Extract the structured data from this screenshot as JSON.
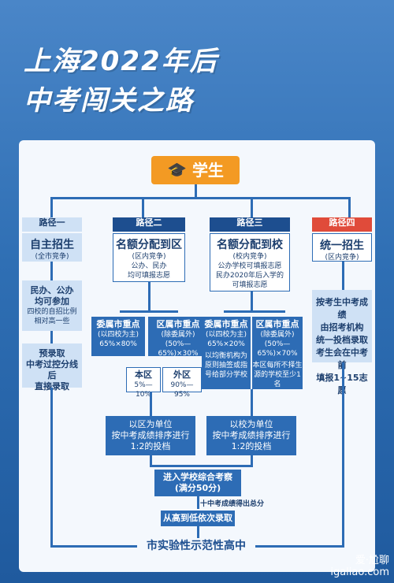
{
  "title_line1": "上海2022年后",
  "title_line2": "中考闯关之路",
  "student": "学生",
  "paths": [
    {
      "header": "路径一",
      "name": "自主招生",
      "sub": "(全市竞争)"
    },
    {
      "header": "路径二",
      "name": "名额分配到区",
      "sub": "(区内竞争)",
      "note": "公办、民办\n均可填报志愿"
    },
    {
      "header": "路径三",
      "name": "名额分配到校",
      "sub": "(校内竞争)",
      "note": "公办学校可填报志愿\n民办2020年后入学的\n可填报志愿"
    },
    {
      "header": "路径四",
      "name": "统一招生",
      "sub": "(区内竞争)"
    }
  ],
  "p1_box1": "民办、公办\n均可参加",
  "p1_box1_note": "四校的自招比例\n相对高一些",
  "p1_box2": "预录取\n中考过控分线后\n直接录取",
  "p2_left": {
    "title": "委属市重点",
    "sub": "(以四校为主)",
    "ratio": "65%×80%"
  },
  "p2_right": {
    "title": "区属市重点",
    "sub": "(除委属外)",
    "ratio": "(50%—65%)×30%"
  },
  "p2_benqu": {
    "title": "本区",
    "ratio": "5%—10%"
  },
  "p2_waiqu": {
    "title": "外区",
    "ratio": "90%—95%"
  },
  "p3_left": {
    "title": "委属市重点",
    "sub": "(以四校为主)",
    "ratio": "65%×20%",
    "note": "以均衡机构为原则抽签或指号给部分学校"
  },
  "p3_right": {
    "title": "区属市重点",
    "sub": "(除委属外)",
    "ratio": "(50%—65%)×70%",
    "note": "本区每所不择生源的学校至少1名"
  },
  "p2_bottom": "以区为单位\n按中考成绩排序进行\n1:2的投档",
  "p3_bottom": "以校为单位\n按中考成绩排序进行\n1:2的投档",
  "p4_box": "按考生中考成绩\n由招考机构\n统一投档录取\n考生会在中考前\n填报1~15志愿",
  "exam": "进入学校综合考察\n(满分50分)",
  "exam_note": "十中考成绩得出总分",
  "admit": "从高到低依次录取",
  "final": "市实验性示范性高中",
  "watermark": "爱·尬聊\nigaliao.com"
}
